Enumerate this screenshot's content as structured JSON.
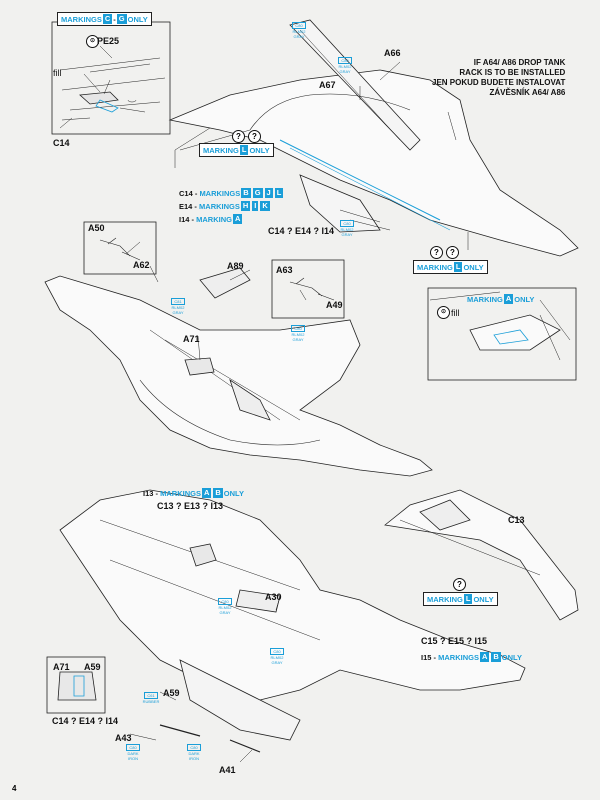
{
  "page_number": "4",
  "markings": {
    "cg_only": {
      "word": "MARKINGS",
      "b1": "C",
      "sep": "-",
      "b2": "G",
      "tail": "ONLY"
    },
    "l_only_1": {
      "word": "MARKING",
      "b": "L",
      "tail": "ONLY"
    },
    "l_only_2": {
      "word": "MARKING",
      "b": "L",
      "tail": "ONLY"
    },
    "l_only_3": {
      "word": "MARKING",
      "b": "L",
      "tail": "ONLY"
    },
    "a_only": {
      "word": "MARKING",
      "b": "A",
      "tail": "ONLY"
    },
    "c14_line": {
      "pre": "C14 -",
      "word": "MARKINGS",
      "b1": "B",
      "b2": "G",
      "b3": "J",
      "b4": "L"
    },
    "e14_line": {
      "pre": "E14 -",
      "word": "MARKINGS",
      "b1": "H",
      "b2": "I",
      "b3": "K"
    },
    "i14_line": {
      "pre": "I14 -",
      "word": "MARKING",
      "b1": "A"
    },
    "i13_line": {
      "pre": "I13 -",
      "word": "MARKINGS",
      "b1": "A",
      "b2": "B",
      "tail": "ONLY"
    },
    "i15_line": {
      "pre": "I15 -",
      "word": "MARKINGS",
      "b1": "A",
      "b2": "B",
      "tail": "ONLY"
    }
  },
  "drop_tank_note": [
    "IF A64/ A86 DROP TANK",
    "RACK IS TO BE INSTALLED",
    "JEN POKUD BUDETE INSTALOVAT",
    "ZÁVĚSNÍK A64/ A86"
  ],
  "parts": {
    "pe25": "PE25",
    "fill_1": "fill",
    "fill_2": "fill",
    "c14_top": "C14",
    "a66": "A66",
    "a67": "A67",
    "a50": "A50",
    "a62": "A62",
    "a89": "A89",
    "a63": "A63",
    "a49": "A49",
    "a71": "A71",
    "c14_e14_i14_top": "C14 ? E14 ? I14",
    "c13_e13_i13": "C13 ? E13 ? I13",
    "c13": "C13",
    "a30": "A30",
    "c15_e15_i15": "C15 ? E15 ? I15",
    "a71_inset": "A71",
    "a59_inset": "A59",
    "c14_e14_i14_inset": "C14 ? E14 ? I14",
    "a59": "A59",
    "a43": "A43",
    "a41": "A41"
  },
  "paint_codes": {
    "p1": {
      "code": "C80",
      "name": "RLM02 GRAY"
    },
    "p2": {
      "code": "C80",
      "name": "RLM02 GRAY"
    },
    "p3": {
      "code": "C80",
      "name": "RLM02 GRAY"
    },
    "p4": {
      "code": "C81",
      "name": "RLM02 GRAY"
    },
    "p5": {
      "code": "C80",
      "name": "RLM02 GRAY"
    },
    "p6": {
      "code": "C80",
      "name": "RLM02 GRAY"
    },
    "p7": {
      "code": "C80",
      "name": "RLM02 GRAY"
    },
    "p8": {
      "code": "C61",
      "name": "RUBBER"
    },
    "p9": {
      "code": "C80",
      "name": "DARK IRON"
    },
    "p10": {
      "code": "C80",
      "name": "DARK IRON"
    }
  },
  "colors": {
    "accent": "#1a9ed8",
    "line": "#222222",
    "paper": "#f1f1ef"
  }
}
